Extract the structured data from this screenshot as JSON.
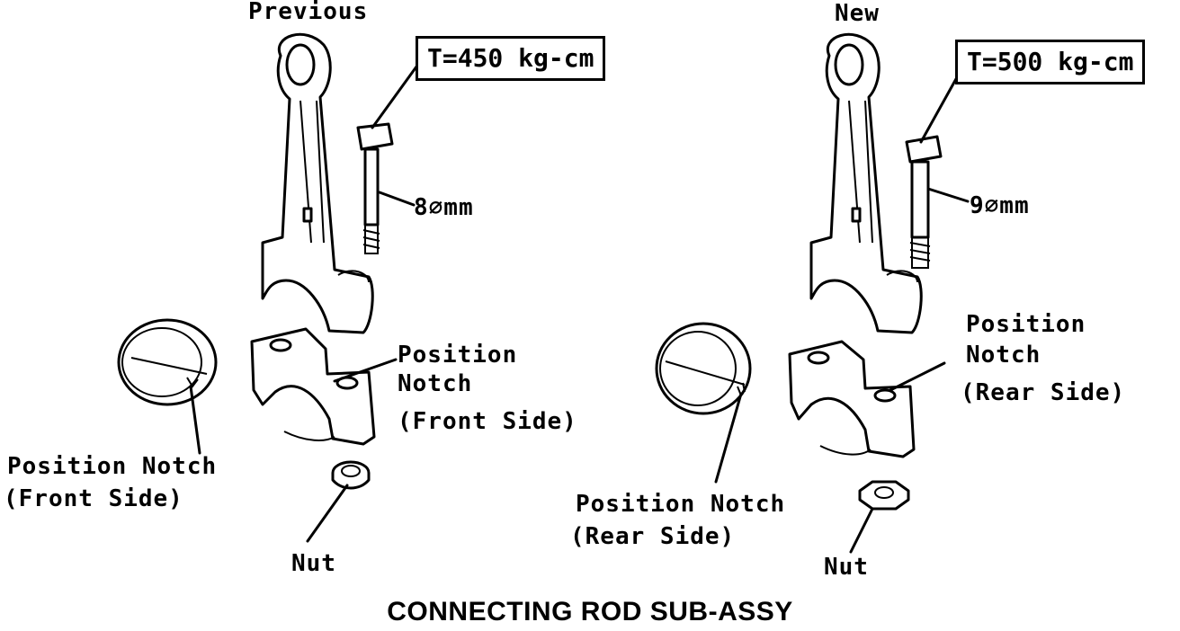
{
  "previous": {
    "heading": "Previous",
    "torque": "T=450 kg-cm",
    "bolt_size": "8∅mm",
    "cap_notch": [
      "Position",
      "Notch",
      "(Front Side)"
    ],
    "bearing_notch": [
      "Position Notch",
      "(Front Side)"
    ],
    "nut": "Nut"
  },
  "new": {
    "heading": "New",
    "torque": "T=500 kg-cm",
    "bolt_size": "9∅mm",
    "cap_notch": [
      "Position",
      "Notch",
      "(Rear Side)"
    ],
    "bearing_notch": [
      "Position Notch",
      "(Rear Side)"
    ],
    "nut": "Nut"
  },
  "caption": "CONNECTING ROD SUB-ASSY"
}
